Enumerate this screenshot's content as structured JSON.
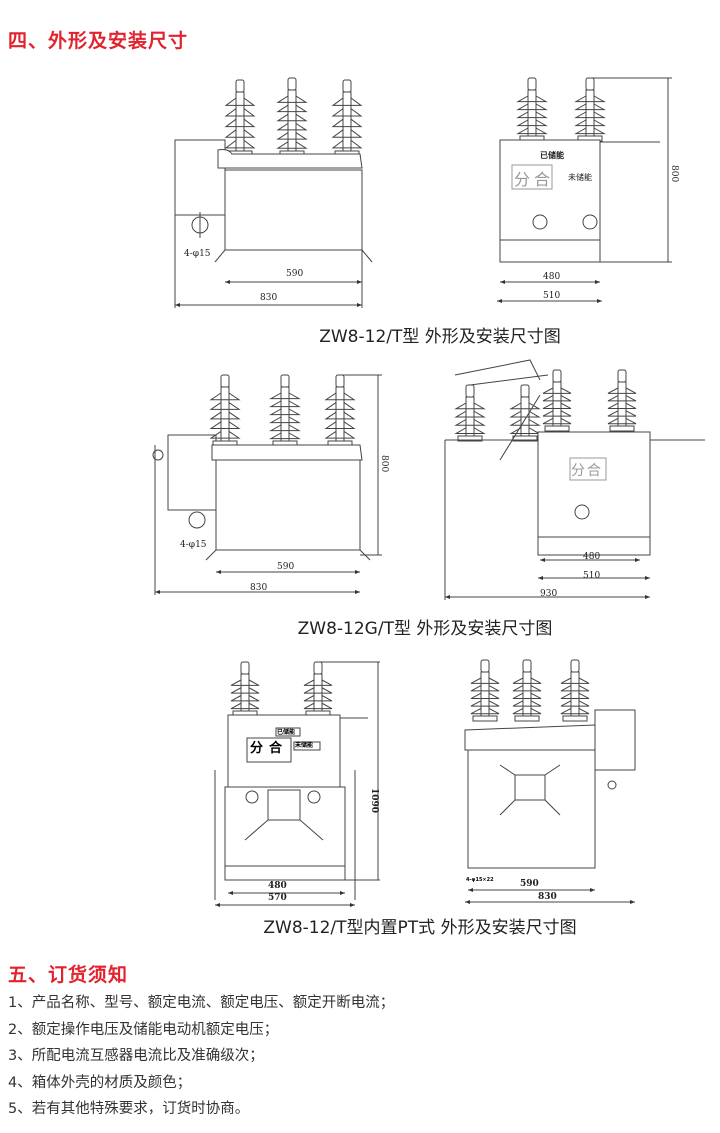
{
  "section4": {
    "title": "四、外形及安装尺寸"
  },
  "drawings": [
    {
      "caption": "ZW8-12/T型 外形及安装尺寸图",
      "front": {
        "holes": "4-φ15",
        "dim_inner": "590",
        "dim_outer": "830"
      },
      "side": {
        "charged": "已储能",
        "open": "分",
        "close": "合",
        "uncharged": "未储能",
        "dim_height": "800",
        "dim_inner": "480",
        "dim_outer": "510"
      }
    },
    {
      "caption": "ZW8-12G/T型 外形及安装尺寸图",
      "front": {
        "holes": "4-φ15",
        "dim_inner": "590",
        "dim_outer": "830",
        "dim_height": "800"
      },
      "side": {
        "open": "分",
        "close": "合",
        "dim_inner": "480",
        "dim_mid": "510",
        "dim_outer": "930"
      }
    },
    {
      "caption": "ZW8-12/T型内置PT式 外形及安装尺寸图",
      "front": {
        "charged": "已储能",
        "open": "分",
        "close": "合",
        "uncharged": "未储能",
        "dim_height": "1090",
        "dim_inner": "480",
        "dim_outer": "570"
      },
      "side": {
        "holes": "4-φ15×22",
        "dim_inner": "590",
        "dim_outer": "830"
      }
    }
  ],
  "section5": {
    "title": "五、订货须知",
    "items": [
      "1、产品名称、型号、额定电流、额定电压、额定开断电流；",
      "2、额定操作电压及储能电动机额定电压；",
      "3、所配电流互感器电流比及准确级次；",
      "4、箱体外壳的材质及颜色；",
      "5、若有其他特殊要求，订货时协商。"
    ]
  }
}
